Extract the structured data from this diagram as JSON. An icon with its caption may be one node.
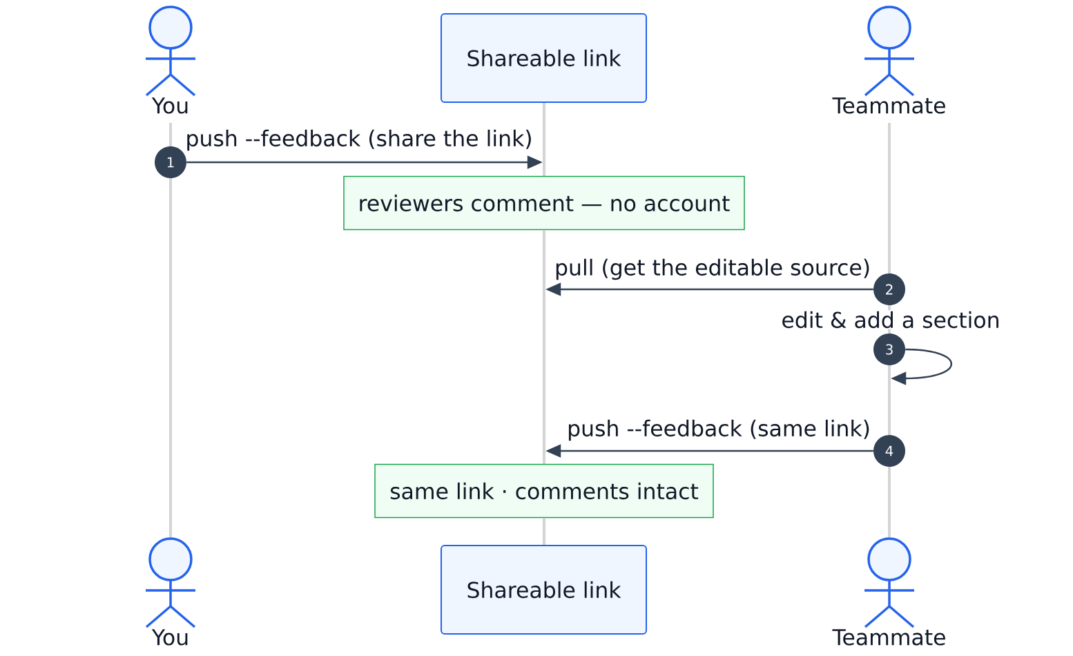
{
  "diagram": {
    "nodes": [
      {
        "text": [
          "You"
        ]
      },
      {
        "text": [
          "Shareable link"
        ]
      },
      {
        "text": [
          "Teammate"
        ]
      },
      {
        "text": [],
        "shape": "line"
      },
      {
        "text": [],
        "shape": "line"
      },
      {
        "text": [],
        "shape": "line"
      },
      {
        "text": [
          "1"
        ]
      },
      {
        "text": [
          "reviewers comment — no account"
        ]
      },
      {
        "text": [],
        "shape": "line"
      },
      {
        "text": [
          "2"
        ]
      },
      {
        "text": [
          "3"
        ]
      },
      {
        "text": [
          "4"
        ]
      },
      {
        "text": [
          "same link · comments intact"
        ]
      },
      {
        "text": [],
        "shape": "line"
      },
      {
        "text": [
          "You"
        ]
      },
      {
        "text": [
          "Shareable link"
        ]
      },
      {
        "text": [
          "Teammate"
        ]
      }
    ],
    "edges": [
      {
        "from": 6,
        "to": 4,
        "arrow": "to",
        "label": "push --feedback (share the link)"
      },
      {
        "from": 9,
        "to": 8,
        "arrow": "to",
        "label": "pull (get the editable source)"
      },
      {
        "from": 10,
        "to": 5,
        "arrow": "to",
        "label": "edit & add a section"
      },
      {
        "from": 11,
        "to": 8,
        "arrow": "to",
        "label": "push --feedback (same link)"
      }
    ]
  }
}
